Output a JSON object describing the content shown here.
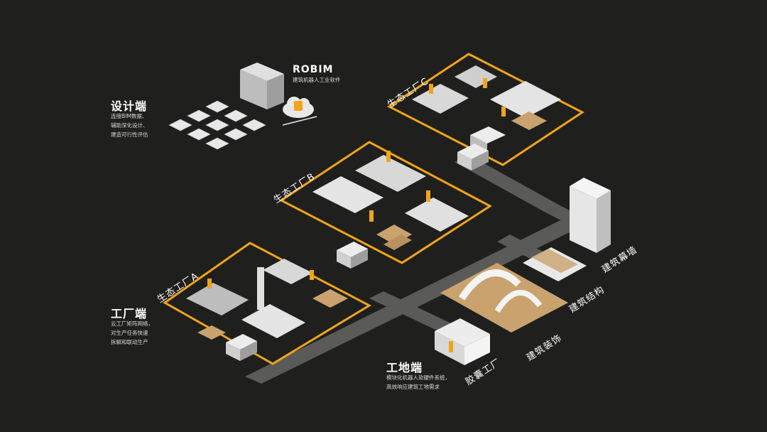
{
  "colors": {
    "background": "#1f201e",
    "accent": "#f2a418",
    "road": "#5a5b58",
    "text": "#ffffff",
    "wood": "#c9a26e"
  },
  "design_end": {
    "title": "设计端",
    "lines": [
      "连接BIM数据、",
      "辅助深化设计、",
      "建造可行性评估"
    ]
  },
  "robim": {
    "title": "ROBIM",
    "subtitle": "建筑机器人工业软件",
    "icon": "cloud-robot-icon"
  },
  "factory_end": {
    "title": "工厂端",
    "lines": [
      "云工厂矩阵网络，",
      "对生产任务快速",
      "拆解和联动生产"
    ]
  },
  "site_end": {
    "title": "工地端",
    "lines": [
      "模块化机器人软硬件系统，",
      "高效响应建筑工地需求"
    ]
  },
  "zones": {
    "factory_a": "生态工厂A",
    "factory_b": "生态工厂B",
    "factory_c": "生态工厂C",
    "curtain_wall": "建筑幕墙",
    "structure": "建筑结构",
    "decoration": "建筑装饰",
    "capsule_factory": "胶囊工厂"
  }
}
